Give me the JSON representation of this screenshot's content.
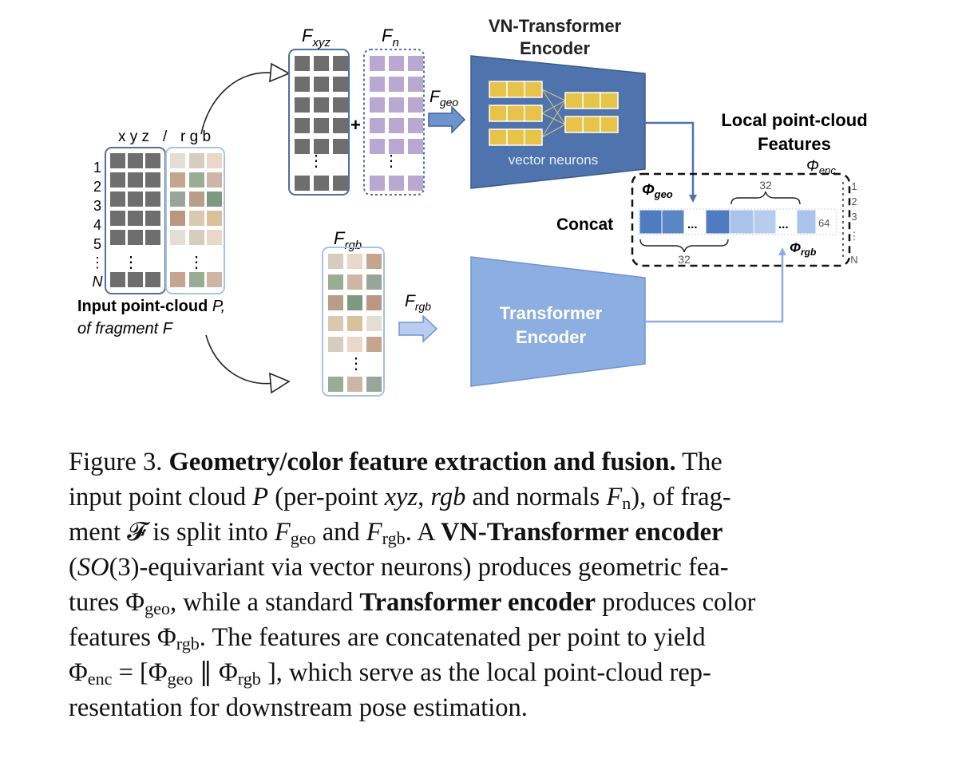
{
  "diagram": {
    "input": {
      "header_xyz": "x y z",
      "header_slash": "/",
      "header_rgb": "r g b",
      "row_labels": [
        "1",
        "2",
        "3",
        "4",
        "5",
        "⋮",
        "N"
      ],
      "dots": "⋮",
      "caption_line1": "Input point-cloud",
      "caption_line1_var": "P,",
      "caption_line2": "of fragment F"
    },
    "f_xyz_label": "F",
    "f_xyz_sub": "xyz",
    "f_n_label": "F",
    "f_n_sub": "n",
    "plus": "+",
    "f_geo_label": "F",
    "f_geo_sub": "geo",
    "vn_encoder_title": [
      "VN-Transformer",
      "Encoder"
    ],
    "vn_neurons_label": "vector neurons",
    "f_rgb_label": "F",
    "f_rgb_sub": "rgb",
    "f_rgb_arrow_label": "F",
    "f_rgb_arrow_sub": "rgb",
    "transformer_title": [
      "Transformer",
      "Encoder"
    ],
    "local_features_title": [
      "Local point-cloud",
      "Features"
    ],
    "phi": "Φ",
    "phi_enc_sub": "enc",
    "phi_geo_sub": "geo",
    "phi_rgb_sub": "rgb",
    "concat_label": "Concat",
    "ellipsis": "...",
    "dim_32_top": "32",
    "dim_32_bottom": "32",
    "dim_64": "64",
    "out_rows": [
      "1",
      "2",
      "3",
      "⋮",
      "N"
    ]
  },
  "colors": {
    "geometry_gray": "#6e6e6e",
    "normals_purple": "#b9a8d1",
    "vn_encoder_blue": "#4f73ad",
    "neuron_yellow": "#e8c34a",
    "transformer_blue": "#8daee0",
    "geo_feature_blue": "#4f7cc0",
    "rgb_feature_blue": "#a9c3ea",
    "frame_blue": "#a9c1e6",
    "rgb_palette": [
      "#e4ddd2",
      "#d7ccc0",
      "#e9d7c8",
      "#c6a58f",
      "#98ad93",
      "#cdb6a5",
      "#9aa59a",
      "#b89d88",
      "#7c9a82",
      "#b99780",
      "#dbc8b2",
      "#d8c09a"
    ]
  },
  "caption": {
    "figure_label": "Figure 3.",
    "title": "Geometry/color feature extraction and fusion.",
    "t1": " The",
    "l2a": "input point cloud ",
    "P": "P",
    "l2b": " (per-point ",
    "xyz": "xyz",
    "l2c": ", ",
    "rgb": "rgb",
    "l2d": " and normals ",
    "F": "F",
    "n": "n",
    "l2e": "), of frag-",
    "l3a": "ment ",
    "calF": "𝓕",
    "l3b": " is split into ",
    "geo": "geo",
    "l3c": " and ",
    "rgbsub": "rgb",
    "l3d": ".  A ",
    "vn_bold": "VN-Transformer encoder",
    "l4a": "(",
    "SO3": "SO",
    "l4b": "(3)-equivariant via vector neurons) produces geometric fea-",
    "l5a": "tures Φ",
    "l5b": ", while a standard ",
    "tr_bold": "Transformer encoder",
    "l5c": " produces color",
    "l6a": "features Φ",
    "l6b": ".  The features are concatenated per point to yield",
    "l7a": "Φ",
    "enc": "enc",
    "l7b": "  =  [Φ",
    "l7c": " ∥ Φ",
    "l7d": " ], which serve as the local point-cloud rep-",
    "l8": "resentation for downstream pose estimation."
  }
}
